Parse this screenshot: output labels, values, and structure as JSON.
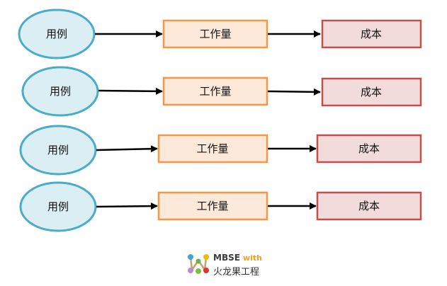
{
  "rows": [
    {
      "usecase": "用例",
      "workload": "工作量",
      "cost": "成本"
    },
    {
      "usecase": "用例",
      "workload": "工作量",
      "cost": "成本"
    },
    {
      "usecase": "用例",
      "workload": "工作量",
      "cost": "成本"
    },
    {
      "usecase": "用例",
      "workload": "工作量",
      "cost": "成本"
    }
  ],
  "colors": {
    "usecase_fill": "#dbeef4",
    "usecase_stroke": "#4aacc6",
    "workload_fill": "#fde9d9",
    "workload_stroke": "#f79646",
    "cost_fill": "#f2dcdb",
    "cost_stroke": "#c0504d",
    "arrow": "#000000"
  },
  "logo": {
    "line1": "MBSE",
    "line1_accent": "with",
    "line2": "火龙果工程"
  }
}
